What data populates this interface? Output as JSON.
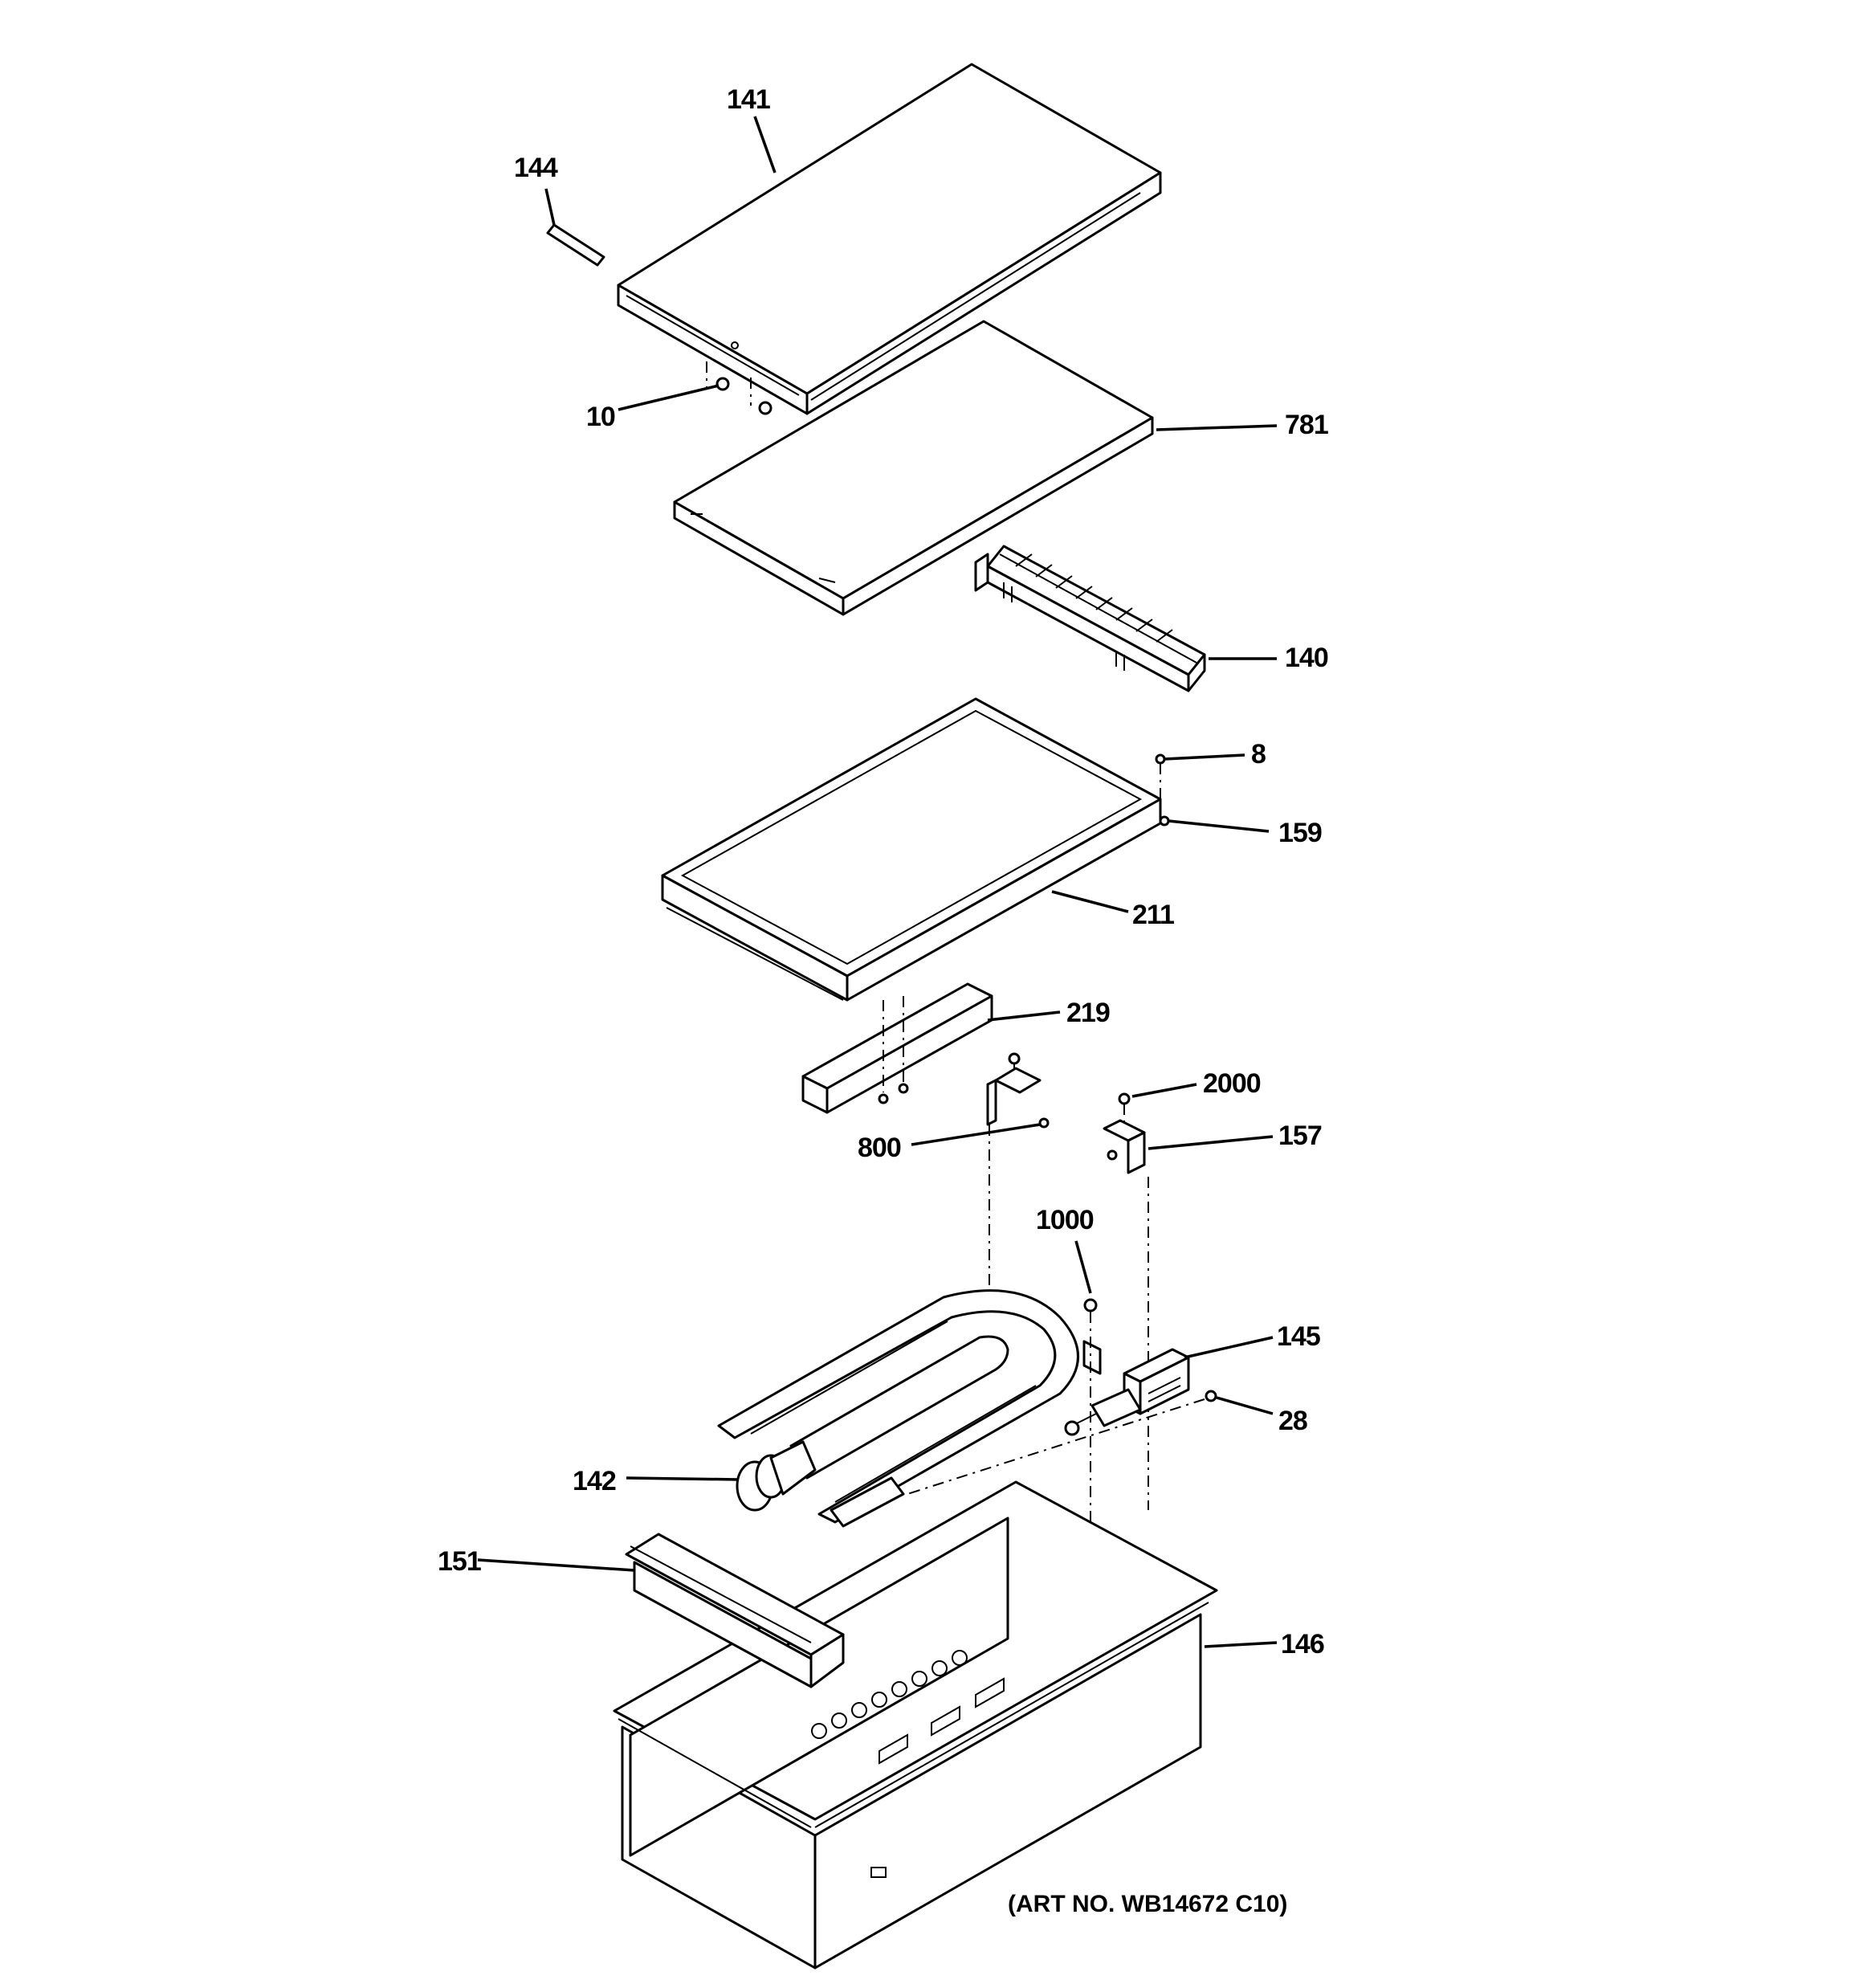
{
  "diagram": {
    "callouts": {
      "c141": "141",
      "c144": "144",
      "c10": "10",
      "c781": "781",
      "c140": "140",
      "c8": "8",
      "c159": "159",
      "c211": "211",
      "c219": "219",
      "c2000": "2000",
      "c800": "800",
      "c157": "157",
      "c1000": "1000",
      "c145": "145",
      "c28": "28",
      "c142": "142",
      "c151": "151",
      "c146": "146"
    },
    "art_number": "(ART NO. WB14672 C10)"
  }
}
